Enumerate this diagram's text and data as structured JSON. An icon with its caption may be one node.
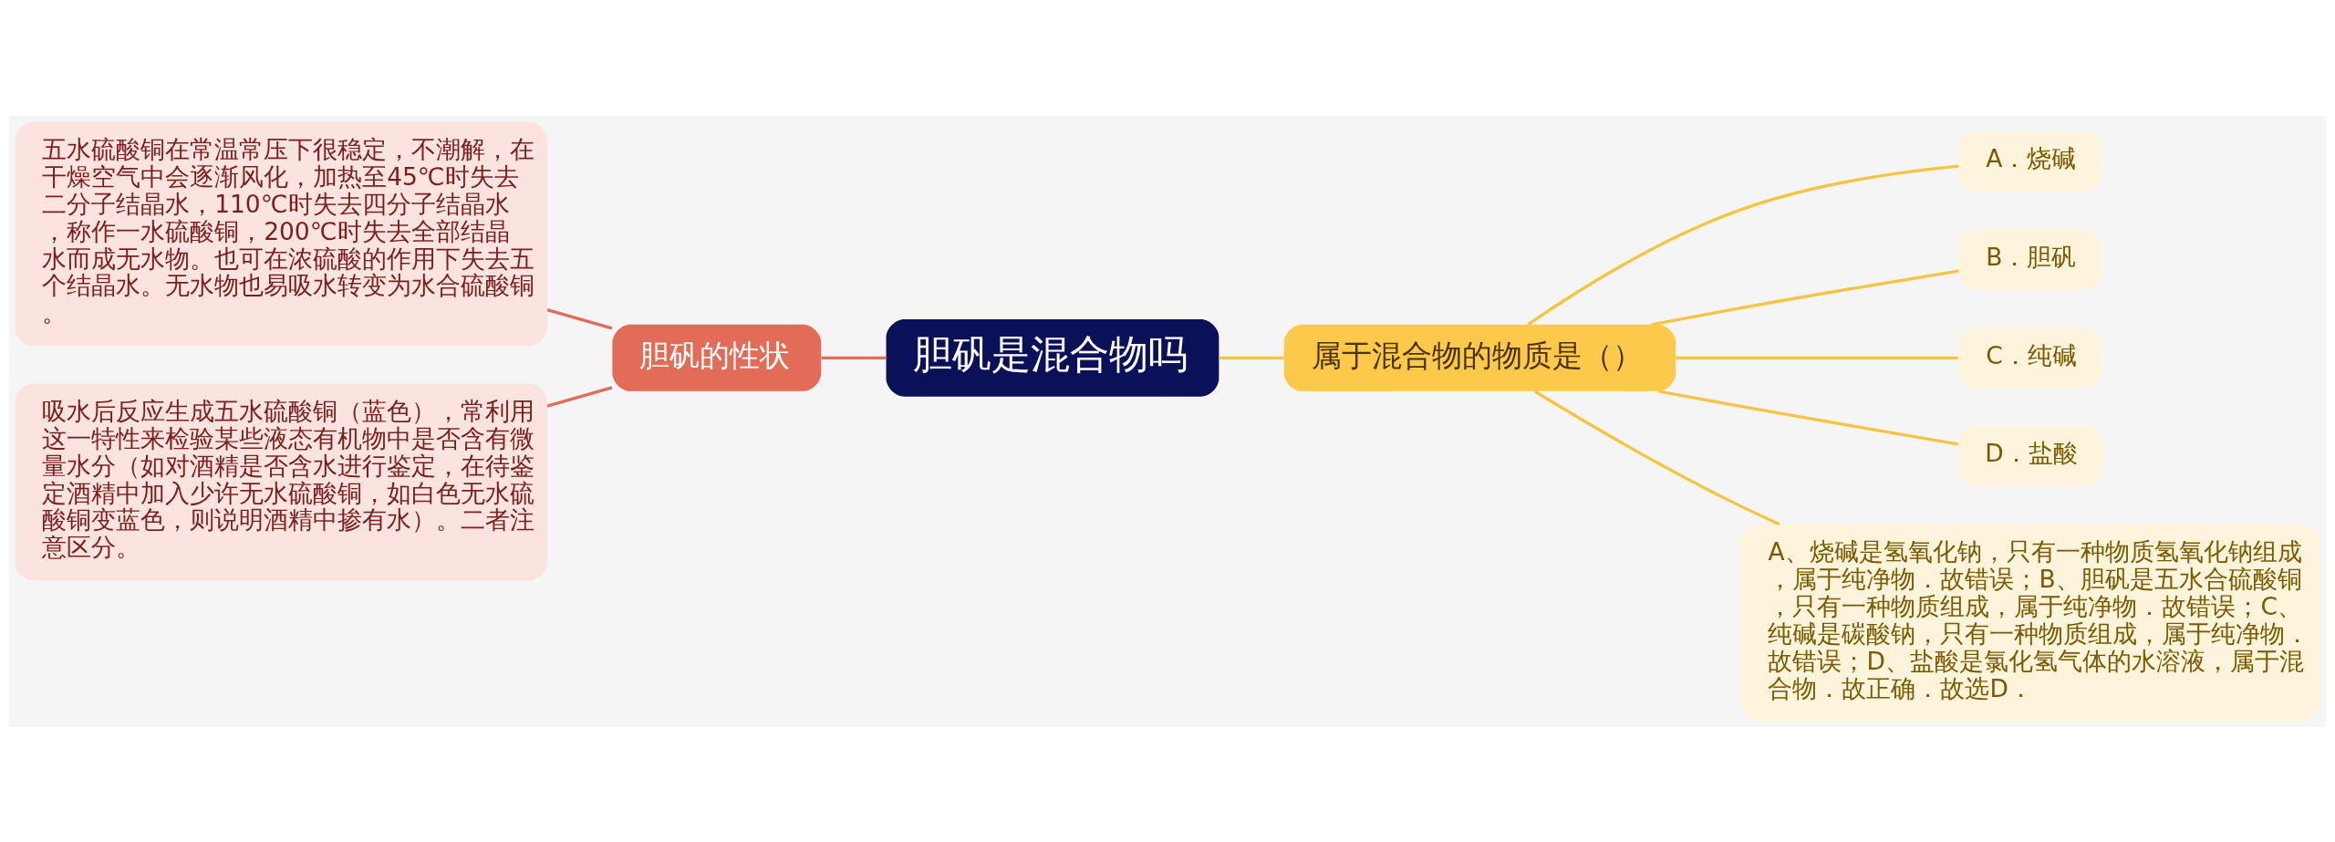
{
  "diagram": {
    "nodes": [
      {
        "text": [
          "胆矾是混合物吗"
        ]
      },
      {
        "text": [
          "胆矾的性状"
        ]
      },
      {
        "text": [
          "五水硫酸铜在常温常压下很稳定，不潮解，在干燥空气中会逐渐风化，加热至45℃时失去二分子结晶水，110℃时失去四分子结晶水，称作一水硫酸铜，200℃时失去全部结晶水而成无水物。也可在浓硫酸的作用下失去五个结晶水。无水物也易吸水转变为水合硫酸铜。"
        ]
      },
      {
        "text": [
          "吸水后反应生成五水硫酸铜（蓝色），常利用这一特性来检验某些液态有机物中是否含有微量水分（如对酒精是否含水进行鉴定，在待鉴定酒精中加入少许无水硫酸铜，如白色无水硫酸铜变蓝色，则说明酒精中掺有水）。二者注意区分。"
        ]
      },
      {
        "text": [
          "属于混合物的物质是（）"
        ]
      },
      {
        "text": [
          "A．烧碱"
        ]
      },
      {
        "text": [
          "B．胆矾"
        ]
      },
      {
        "text": [
          "C．纯碱"
        ]
      },
      {
        "text": [
          "D．盐酸"
        ]
      },
      {
        "text": [
          "A、烧碱是氢氧化钠，只有一种物质氢氧化钠组成，属于纯净物．故错误；B、胆矾是五水合硫酸铜，只有一种物质组成，属于纯净物．故错误；C、纯碱是碳酸钠，只有一种物质组成，属于纯净物．故错误；D、盐酸是氯化氢气体的水溶液，属于混合物．故正确．故选D．"
        ]
      }
    ],
    "edges": [
      {
        "from": 0,
        "to": 1,
        "arrow": "none",
        "color": "#e06c5a"
      },
      {
        "from": 1,
        "to": 2,
        "arrow": "none",
        "color": "#e06c5a"
      },
      {
        "from": 1,
        "to": 3,
        "arrow": "none",
        "color": "#e06c5a"
      },
      {
        "from": 0,
        "to": 4,
        "arrow": "none"
      },
      {
        "from": 4,
        "to": 5,
        "arrow": "none"
      },
      {
        "from": 4,
        "to": 6,
        "arrow": "none"
      },
      {
        "from": 4,
        "to": 7,
        "arrow": "none"
      },
      {
        "from": 4,
        "to": 8,
        "arrow": "none"
      },
      {
        "from": 4,
        "to": 9,
        "arrow": "none"
      }
    ]
  }
}
